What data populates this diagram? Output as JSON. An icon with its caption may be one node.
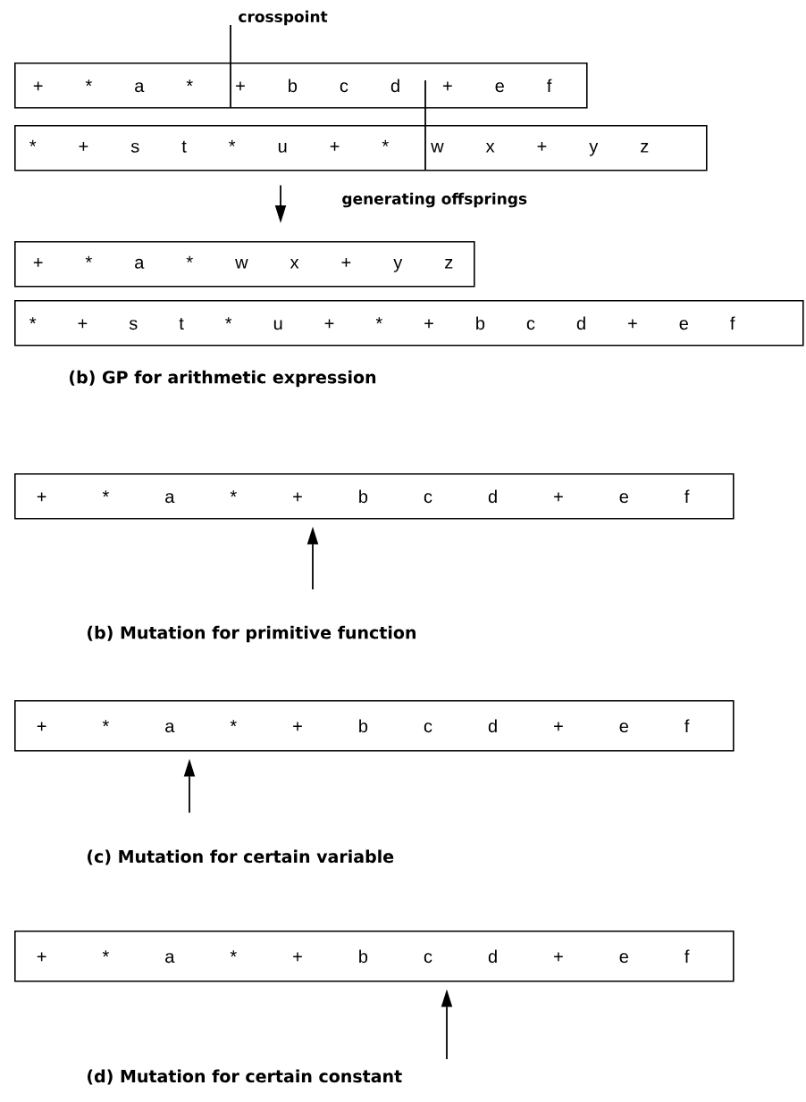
{
  "diagram": {
    "nodes": [
      {
        "text": [
          "+ * a * + b c d + e f"
        ]
      },
      {
        "text": [
          "* + s t * u + * w x + y z"
        ]
      },
      {
        "text": [
          "+ * a * w x + y z"
        ]
      },
      {
        "text": [
          "* + s t * u + * + b c d + e f"
        ]
      },
      {
        "text": [
          "+ * a * + b c d + e f"
        ]
      },
      {
        "text": [
          "+ * a * + b c d + e f"
        ]
      },
      {
        "text": [
          "+ * a * + b c d + e f"
        ]
      }
    ],
    "edges": [
      {
        "from": 1,
        "to": 2,
        "arrow": "to",
        "label": "generating offsprings"
      },
      {
        "from": null,
        "to": 4,
        "arrow": "to"
      },
      {
        "from": null,
        "to": 5,
        "arrow": "to"
      },
      {
        "from": null,
        "to": 6,
        "arrow": "to"
      }
    ],
    "labels": [
      "crosspoint",
      "(b) GP for arithmetic expression",
      "(b) Mutation for primitive function",
      "(c) Mutation for certain variable",
      "(d) Mutation for certain constant"
    ]
  }
}
